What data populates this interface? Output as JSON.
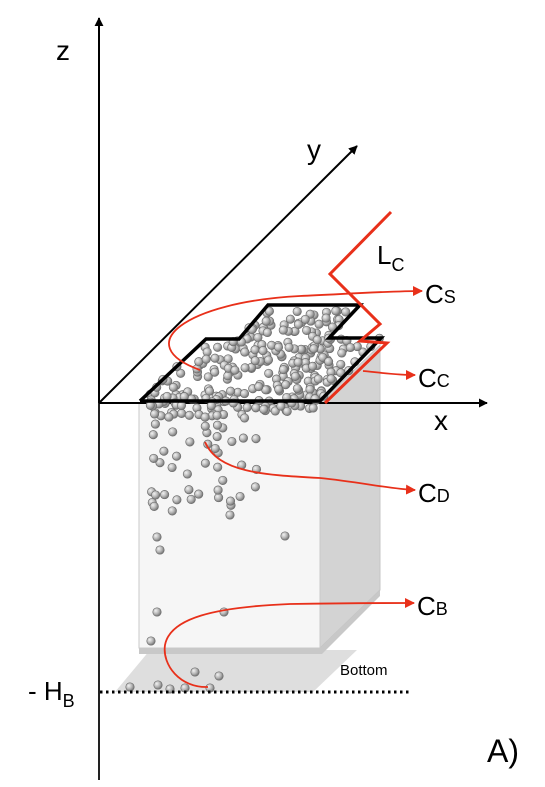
{
  "axes": {
    "z_label": "z",
    "y_label": "y",
    "x_label": "x"
  },
  "labels": {
    "lc_main": "L",
    "lc_sub": "C",
    "cs_main": "C",
    "cs_sub": "S",
    "cc_main": "C",
    "cc_sub": "C",
    "cd_main": "C",
    "cd_sub": "D",
    "cb_main": "C",
    "cb_sub": "B",
    "hb_prefix": "- H",
    "hb_sub": "B",
    "bottom": "Bottom",
    "panel": "A)"
  },
  "colors": {
    "axis": "#000000",
    "red_curve": "#e8301a",
    "particle_fill": "#b9b9b9",
    "particle_stroke": "#6e6e6e",
    "box_front": "#f5f5f5",
    "box_side": "#d3d3d3",
    "bottom_plane": "#d8d8d8"
  },
  "icons": {
    "particle": "grey-sphere-icon",
    "arrow": "arrowhead-icon"
  }
}
